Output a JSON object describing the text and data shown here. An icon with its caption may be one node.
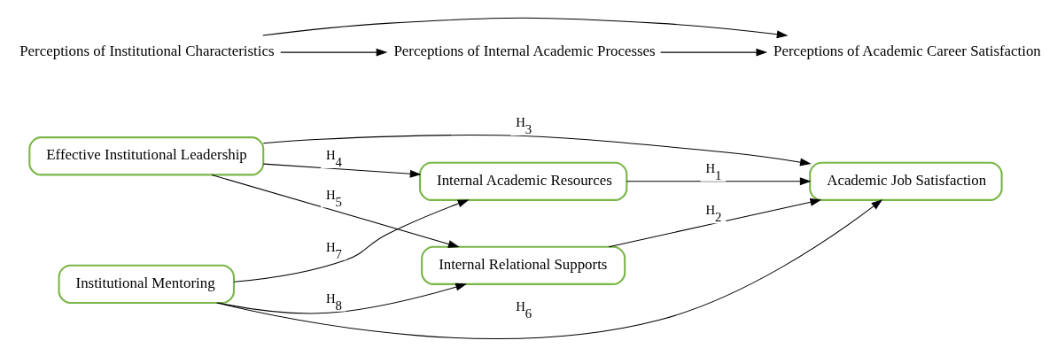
{
  "diagram": {
    "nodes": [
      {
        "text": [
          "Perceptions of Institutional Characteristics"
        ]
      },
      {
        "text": [
          "Perceptions of Internal Academic Processes"
        ]
      },
      {
        "text": [
          "Perceptions of Academic Career Satisfaction"
        ]
      },
      {
        "text": [
          "Effective Institutional Leadership"
        ]
      },
      {
        "text": [
          "Institutional Mentoring"
        ]
      },
      {
        "text": [
          "Internal Academic Resources"
        ]
      },
      {
        "text": [
          "Internal Relational Supports"
        ]
      },
      {
        "text": [
          "Academic Job Satisfaction"
        ]
      }
    ],
    "edges": [
      {
        "from": 0,
        "to": 1,
        "arrow": "to"
      },
      {
        "from": 1,
        "to": 2,
        "arrow": "to"
      },
      {
        "from": 0,
        "to": 2,
        "arrow": "to"
      },
      {
        "from": 3,
        "to": 7,
        "arrow": "to",
        "label": "H$_{3}$"
      },
      {
        "from": 3,
        "to": 5,
        "arrow": "to",
        "label": "H$_{4}$"
      },
      {
        "from": 3,
        "to": 6,
        "arrow": "to",
        "label": "H$_{5}$"
      },
      {
        "from": 4,
        "to": 5,
        "arrow": "to",
        "label": "H$_{7}$"
      },
      {
        "from": 4,
        "to": 6,
        "arrow": "to",
        "label": "H$_{8}$"
      },
      {
        "from": 5,
        "to": 7,
        "arrow": "to",
        "label": "H$_{1}$"
      },
      {
        "from": 6,
        "to": 7,
        "arrow": "to",
        "label": "H$_{2}$"
      },
      {
        "from": 4,
        "to": 7,
        "arrow": "to",
        "label": "H$_{6}$"
      }
    ]
  }
}
